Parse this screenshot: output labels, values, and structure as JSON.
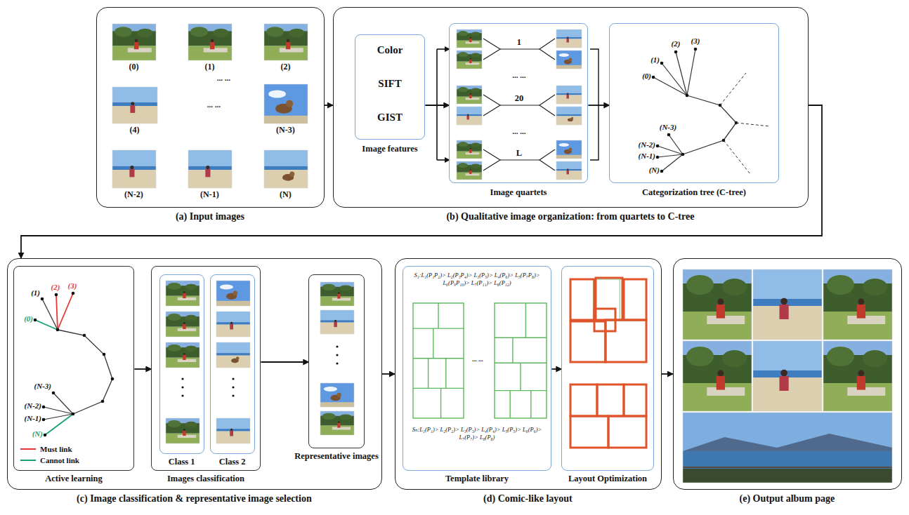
{
  "diagram": {
    "nodes": [
      {
        "text": [
          "(a) Input images",
          "(0)",
          "(1)",
          "(2)",
          "... ...",
          "(4)",
          "... ...",
          "(N-3)",
          "(N-2)",
          "(N-1)",
          "(N)"
        ]
      },
      {
        "text": [
          "(b) Qualitative image organization: from quartets to C-tree"
        ]
      },
      {
        "text": [
          "Color",
          "SIFT",
          "GIST",
          "Image features"
        ],
        "in": 1
      },
      {
        "text": [
          "Image quartets",
          "1",
          "... ...",
          "20",
          "... ...",
          "L"
        ],
        "in": 1
      },
      {
        "text": [
          "Categorization tree (C-tree)",
          "(0)",
          "(1)",
          "(2)",
          "(3)",
          "(N-3)",
          "(N-2)",
          "(N-1)",
          "(N)"
        ],
        "in": 1
      },
      {
        "text": [
          "(c) Image classification & representative image selection"
        ]
      },
      {
        "text": [
          "Active learning",
          "(1)",
          "(2)",
          "(3)",
          "(0)",
          "(N-3)",
          "(N-2)",
          "(N-1)",
          "(N)"
        ],
        "in": 5
      },
      {
        "text": [
          "Images classification"
        ],
        "in": 5
      },
      {
        "text": [
          "Class 1"
        ],
        "in": 7
      },
      {
        "text": [
          "Class 2"
        ],
        "in": 7
      },
      {
        "text": [
          "Representative images"
        ],
        "in": 5
      },
      {
        "text": [
          "(d) Comic-like layout"
        ]
      },
      {
        "text": [
          "Template library",
          "S₁:L₁(P₁P₂)> L₂(P₃P₄)> L₃(P₅)> L₄(P₆)> L₅(P₇P₈)> L₆(P₉P₁₀)> L₇(P₁₁)> L₈(P₁₂)",
          "... ...",
          "Sₙ:L₁(P₁)> L₂(P₂)> L₃(P₃)> L₄(P₄)> L₅(P₅)> L₆(P₆)> L₇(P₇)> L₈(P₈)"
        ],
        "in": 11
      },
      {
        "text": [
          "Layout Optimization"
        ],
        "in": 11
      },
      {
        "text": [
          "(e) Output album page"
        ]
      }
    ],
    "edges": [
      {
        "from": 0,
        "to": 1,
        "arrow": "to"
      },
      {
        "from": 1,
        "to": 5,
        "arrow": "to"
      },
      {
        "from": 2,
        "to": 3,
        "arrow": "to"
      },
      {
        "from": 3,
        "to": 4,
        "arrow": "to"
      },
      {
        "from": 6,
        "to": 7,
        "arrow": "to"
      },
      {
        "from": 7,
        "to": 10,
        "arrow": "to"
      },
      {
        "from": 5,
        "to": 11,
        "arrow": "to"
      },
      {
        "from": 12,
        "to": 13,
        "arrow": "to"
      },
      {
        "from": 11,
        "to": 14,
        "arrow": "to"
      }
    ],
    "legend": [
      {
        "text": "Must link"
      },
      {
        "text": "Cannot link"
      }
    ]
  }
}
